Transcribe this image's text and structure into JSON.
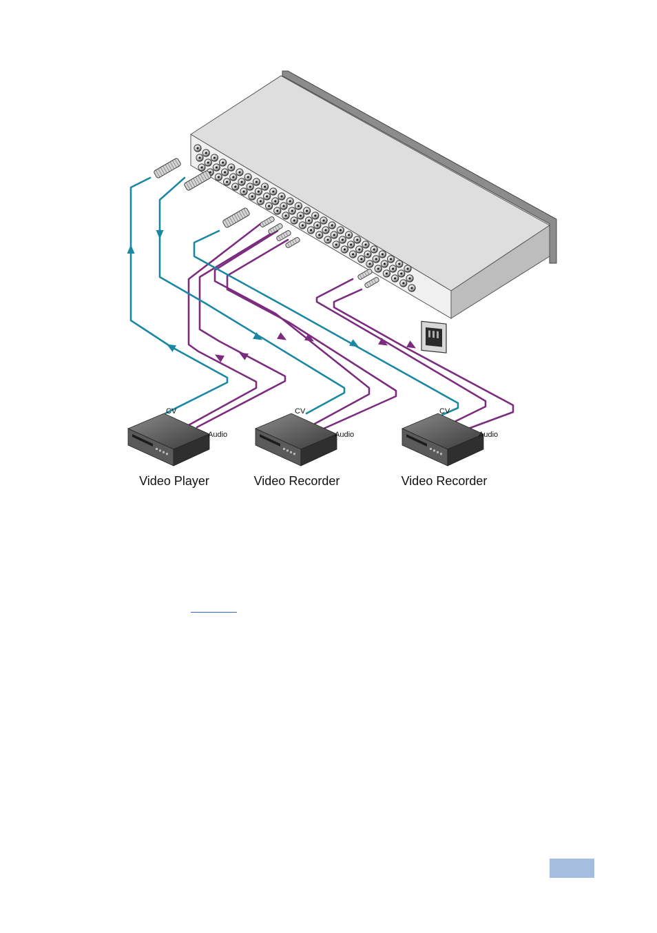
{
  "diagram": {
    "colors": {
      "video_cable": "#1a87a3",
      "audio_cable": "#7c2c7f",
      "chassis_top": "#dcdcdc",
      "chassis_front": "#efefef",
      "device_body": "#5a5a5a",
      "page_box": "#a7bde0",
      "link": "#2a63c7"
    },
    "devices": [
      {
        "name": "Video Player",
        "cv_label": "CV",
        "audio_label": "Audio"
      },
      {
        "name": "Video Recorder",
        "cv_label": "CV",
        "audio_label": "Audio"
      },
      {
        "name": "Video Recorder",
        "cv_label": "CV",
        "audio_label": "Audio"
      }
    ]
  }
}
